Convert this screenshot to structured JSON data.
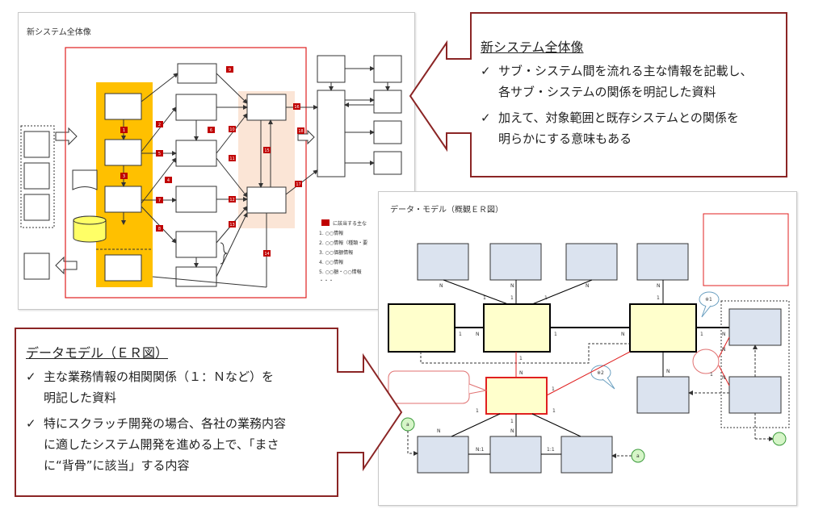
{
  "system_overview": {
    "panel_title": "新システム全体像",
    "legend": {
      "header": "に該当する主な",
      "items": [
        "1. ○○情報",
        "2. ○○情報（種類・要",
        "3. ○○価額情報",
        "4. ○○情報",
        "5. ○○額・○○情報",
        "・・・"
      ]
    },
    "badges": [
      "9",
      "1",
      "6",
      "2",
      "5",
      "3",
      "4",
      "7",
      "8",
      "10",
      "11",
      "12",
      "13",
      "14",
      "15",
      "16",
      "17",
      "18"
    ]
  },
  "er_model": {
    "panel_title": "データ・モデル（概観ＥＲ図）",
    "notes": [
      "※1",
      "※2"
    ],
    "cardinality": [
      "N",
      "1",
      "N",
      "1",
      "N",
      "1",
      "N",
      "1",
      "1",
      "N",
      "1",
      "N",
      "1",
      "N",
      "N",
      "1",
      "N",
      "1",
      "N",
      "1",
      "1",
      "N",
      "N:1",
      "1:1",
      "1",
      "N",
      "N",
      "1"
    ],
    "connector_labels": [
      "a",
      "a"
    ]
  },
  "callout_system": {
    "heading": "新システム全体像",
    "bullets": [
      [
        "サブ・システム間を流れる主な情報を記載し、",
        "各サブ・システムの関係を明記した資料"
      ],
      [
        "加えて、対象範囲と既存システムとの関係を",
        "明らかにする意味もある"
      ]
    ]
  },
  "callout_er": {
    "heading": "データモデル（ＥＲ図）",
    "bullets": [
      [
        "主な業務情報の相関関係（１：Ｎなど）を",
        "明記した資料"
      ],
      [
        "特にスクラッチ開発の場合、各社の業務内容",
        "に適したシステム開発を進める上で、「まさ",
        "に“背骨”に該当」する内容"
      ]
    ]
  },
  "colors": {
    "callout_border": "#8b2525",
    "orange": "#ffc000",
    "peach": "#fbe5d6",
    "red_frame": "#e02020",
    "entity_blue": "#dbe3ef",
    "entity_yellow": "#ffffcc",
    "badge_red": "#c00000"
  },
  "icons": {
    "check": "✓"
  }
}
